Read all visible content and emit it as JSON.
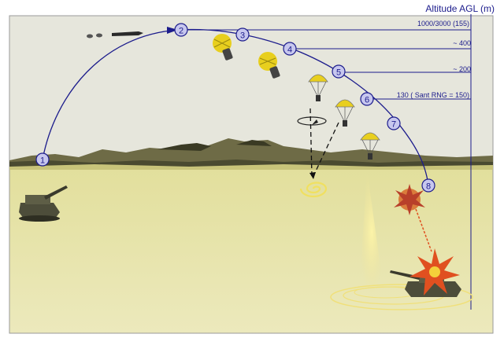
{
  "header": {
    "altitude_label": "Altitude AGL (m)"
  },
  "altitude_marks": [
    {
      "label": "1000/3000 (155)"
    },
    {
      "label": "~ 400"
    },
    {
      "label": "~ 200"
    },
    {
      "label": "130 ( Sant RNG = 150)"
    }
  ],
  "stages": [
    "1",
    "2",
    "3",
    "4",
    "5",
    "6",
    "7",
    "8"
  ],
  "colors": {
    "sky": "#e6e6dc",
    "ground": "#e9e6b4",
    "trajectory": "#1c1c8c",
    "marker_fill": "#c7c7ee",
    "parachute": "#e8cf1e",
    "hills": "#5c5a3a",
    "explosion": "#e05020"
  }
}
